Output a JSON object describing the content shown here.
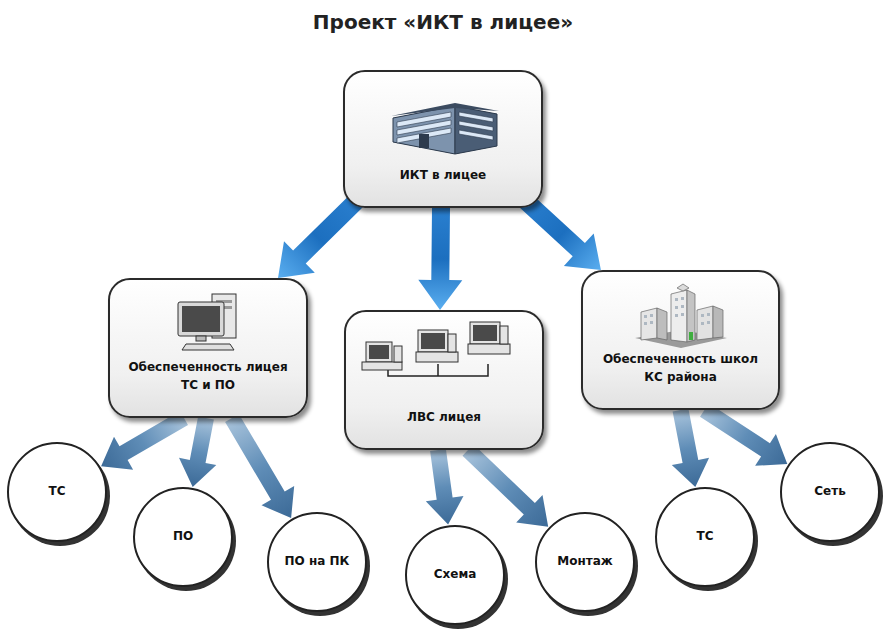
{
  "diagram": {
    "title": "Проект «ИКТ в лицее»",
    "nodes": [
      {
        "text": [
          "ИКТ в лицее"
        ]
      },
      {
        "text": [
          "Обеспеченность лицея ТС и ПО"
        ]
      },
      {
        "text": [
          "ЛВС лицея"
        ]
      },
      {
        "text": [
          "Обеспеченность школ КС района"
        ]
      },
      {
        "text": [
          "ТС"
        ]
      },
      {
        "text": [
          "ПО"
        ]
      },
      {
        "text": [
          "ПО на ПК"
        ]
      },
      {
        "text": [
          "Схема"
        ]
      },
      {
        "text": [
          "Монтаж"
        ]
      },
      {
        "text": [
          "ТС"
        ]
      },
      {
        "text": [
          "Сеть"
        ]
      }
    ],
    "edges": [
      {
        "from": 0,
        "to": 1,
        "arrow": "to"
      },
      {
        "from": 0,
        "to": 2,
        "arrow": "to"
      },
      {
        "from": 0,
        "to": 3,
        "arrow": "to"
      },
      {
        "from": 1,
        "to": 4,
        "arrow": "to"
      },
      {
        "from": 1,
        "to": 5,
        "arrow": "to"
      },
      {
        "from": 1,
        "to": 6,
        "arrow": "to"
      },
      {
        "from": 2,
        "to": 7,
        "arrow": "to"
      },
      {
        "from": 2,
        "to": 8,
        "arrow": "to"
      },
      {
        "from": 3,
        "to": 9,
        "arrow": "to"
      },
      {
        "from": 3,
        "to": 10,
        "arrow": "to"
      }
    ]
  }
}
